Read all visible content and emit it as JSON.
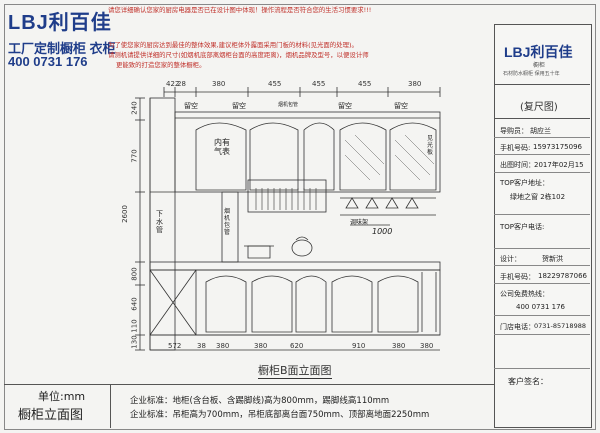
{
  "brand": {
    "logo_text": "LBJ利百佳",
    "slogan": "工厂定制橱柜 衣柜",
    "phone": "400 0731 176",
    "panel_logo": "LBJ利百佳",
    "panel_sub": "橱柜",
    "panel_tag": "石材防水橱柜 保用五十年"
  },
  "notice": {
    "line1": "请您详细确认您家的厨房电器是否已在设计图中体现！操作流程是否符合您的生活习惯要求!!!",
    "line2": "为了使您家的厨房达到最佳的整体效果,建议柜体外露面采用门板的材料(见光面的处理)。",
    "line3": "请测机请提供详细的尺寸(如烟机底部离烟柜台面的高度距离)，烟机品牌及型号，以便设计师",
    "line4": "更能致的打造您家的整体橱柜。"
  },
  "info_panel": {
    "doc_type": "(复尺图)",
    "guide_label": "导购员：",
    "guide_name": "胡应兰",
    "phone_label": "手机号码:",
    "phone_value": "15973175096",
    "date_label": "出图时间：",
    "date_value": "2017年02月15",
    "address_label": "TOP客户地址：",
    "address_value": "绿地之窗  2栋102",
    "customer_phone_label": "TOP客户电话:",
    "designer_label": "设计：",
    "designer_name": "贺新洪",
    "designer_phone_label": "手机号码：",
    "designer_phone_value": "18229787066",
    "hotline_label": "公司免费热线：",
    "hotline_value": "400  0731  176",
    "store_phone_label": "门店电话：",
    "store_phone_value": "0731-85718988",
    "signature_label": "客户签名："
  },
  "drawing": {
    "title": "橱柜B面立面图",
    "top_dims": [
      "422",
      "28",
      "380",
      "455",
      "455",
      "455",
      "380"
    ],
    "bottom_dims": [
      "572",
      "38",
      "380",
      "380",
      "620",
      "910",
      "380",
      "380"
    ],
    "left_dims": [
      "240",
      "770",
      "2600",
      "800",
      "640",
      "110",
      "130"
    ],
    "labels": {
      "empty1": "留空",
      "empty2": "留空",
      "cab_hood": "烟机包管",
      "empty3": "留空",
      "empty4": "留空",
      "gas_meter": "内有气表",
      "light_board": "见光板",
      "hood_pipe": "烟机包管",
      "drain": "下水管",
      "seasoning": "调味架",
      "height_1000": "1000"
    }
  },
  "footer": {
    "unit_label": "单位:mm",
    "drawing_name": "橱柜立面图",
    "standard1": "企业标准：地柜(含台板、含踢脚线)高为800mm，踢脚线高110mm",
    "standard2": "企业标准：吊柜高为700mm，吊柜底部离台面750mm、顶部离地面2250mm"
  },
  "colors": {
    "brand_blue": "#1f3d8a",
    "brand_red": "#c0302a",
    "line": "#333333"
  }
}
